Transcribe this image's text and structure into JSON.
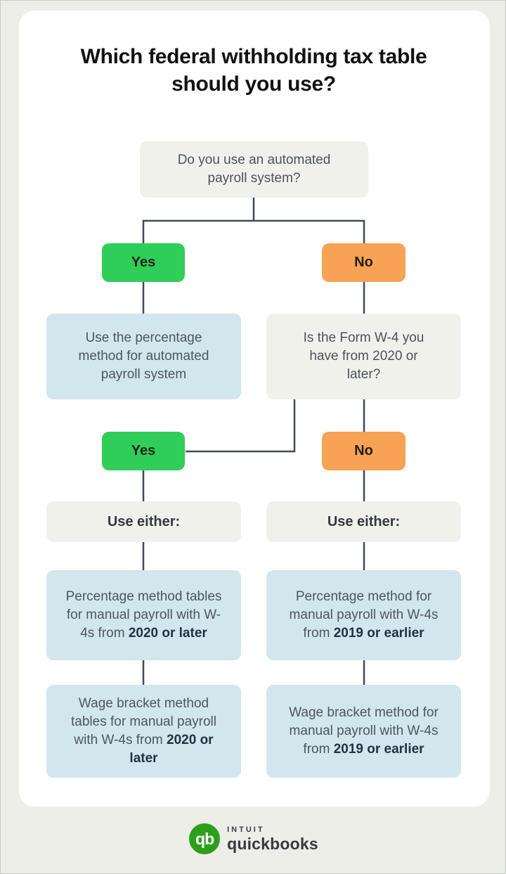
{
  "page": {
    "title": "Which federal withholding tax table should you use?"
  },
  "flow": {
    "q1": "Do you use an automated payroll system?",
    "yes_label": "Yes",
    "no_label": "No",
    "auto_result": "Use the percentage method for automated payroll system",
    "q2": "Is the Form W-4 you have from 2020 or later?",
    "use_either": "Use either:",
    "pm_new_prefix": "Percentage method tables for manual payroll with W-4s from ",
    "pm_new_bold": "2020 or later",
    "pm_old_prefix": "Percentage method for manual payroll with W-4s from ",
    "pm_old_bold": "2019 or earlier",
    "wb_new_prefix": "Wage bracket method tables for manual payroll with W-4s from ",
    "wb_new_bold": "2020 or later",
    "wb_old_prefix": "Wage bracket method for manual payroll with W-4s from ",
    "wb_old_bold": "2019 or earlier"
  },
  "logo": {
    "mark": "qb",
    "intuit": "INTUIT",
    "quickbooks": "quickbooks"
  },
  "colors": {
    "yes_green": "#2fce58",
    "no_orange": "#f7a254",
    "result_blue": "#d2e6ee",
    "question_gray": "#f1f1ec",
    "connector": "#3e4b59",
    "card_background": "#ffffff",
    "page_background": "#edeee8",
    "brand_green": "#2ca01c"
  }
}
